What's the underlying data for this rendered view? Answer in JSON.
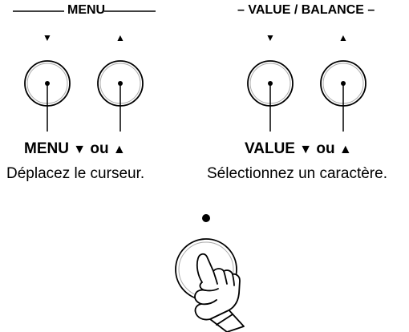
{
  "menu_group": {
    "header": "MENU",
    "down_arrow": "▼",
    "up_arrow": "▲",
    "caption_bold": "MENU",
    "caption_ou": "ou",
    "caption_down": "▼",
    "caption_up": "▲",
    "description": "Déplacez le curseur."
  },
  "value_group": {
    "header": "– VALUE / BALANCE –",
    "down_arrow": "▼",
    "up_arrow": "▲",
    "caption_bold": "VALUE",
    "caption_ou": "ou",
    "caption_down": "▼",
    "caption_up": "▲",
    "description": "Sélectionnez un caractère."
  },
  "icons": {
    "button_icon": "round-button",
    "hand_icon": "pressing-hand",
    "indicator_icon": "led-dot"
  }
}
